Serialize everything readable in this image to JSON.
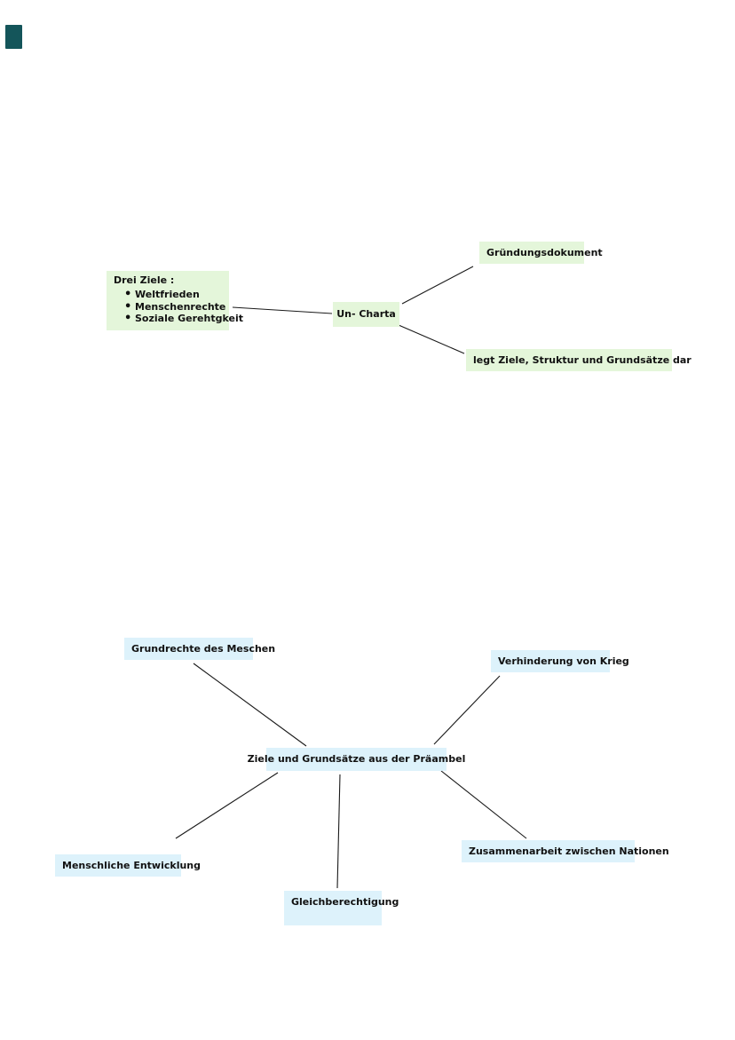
{
  "page": {
    "background_color": "#ffffff",
    "tab_color": "#14555a",
    "green_node_color": "#e4f6da",
    "blue_node_color": "#ddf2fb"
  },
  "maps": [
    {
      "name": "un-charta-map",
      "center": {
        "label": "Un- Charta"
      },
      "nodes": [
        {
          "label": "Gründungsdokument"
        },
        {
          "label": "Drei Ziele :",
          "bullets": [
            "Weltfrieden",
            "Menschenrechte",
            "Soziale Gerehtgkeit"
          ]
        },
        {
          "label": "legt Ziele, Struktur und Grundsätze dar"
        }
      ]
    },
    {
      "name": "praeambel-map",
      "center": {
        "label": "Ziele und Grundsätze aus der Präambel"
      },
      "nodes": [
        {
          "label": "Grundrechte des Meschen"
        },
        {
          "label": "Verhinderung von Krieg"
        },
        {
          "label": "Menschliche Entwicklung"
        },
        {
          "label": "Gleichberechtigung"
        },
        {
          "label": "Zusammenarbeit zwischen Nationen"
        }
      ]
    }
  ]
}
